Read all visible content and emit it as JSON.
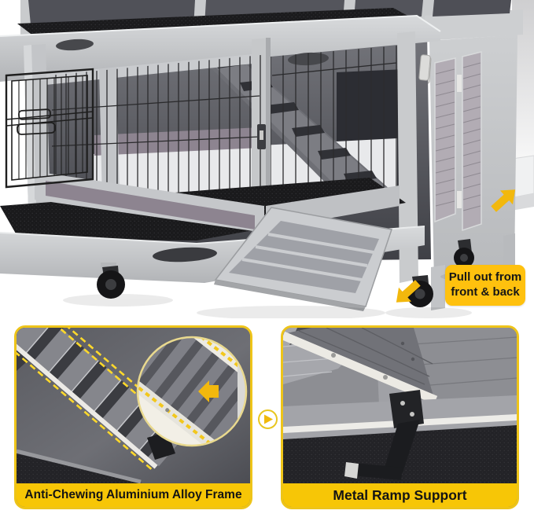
{
  "page": {
    "type": "product-feature-graphic",
    "background": "#ffffff"
  },
  "photo": {
    "description": "Grey wooden rabbit hutch with wire run, open wire door, internal ramp, front folding ramp, caster wheels and pull-out cleaning trays",
    "callout": {
      "line1": "Pull out from",
      "line2": "front & back"
    }
  },
  "features": [
    {
      "label": "Anti-Chewing Aluminium Alloy Frame"
    },
    {
      "label": "Metal Ramp Support"
    }
  ],
  "colors": {
    "accent_yellow": "#FFC10E",
    "label_bar_yellow": "#F7C606",
    "card_border_yellow": "#EEC419",
    "arrow_yellow": "#F2B80D",
    "text_black": "#141414",
    "wood_light_grey": "#C6C8CB",
    "wood_dark_grey": "#53545C",
    "tray_liner_black": "#1A1A1C"
  }
}
